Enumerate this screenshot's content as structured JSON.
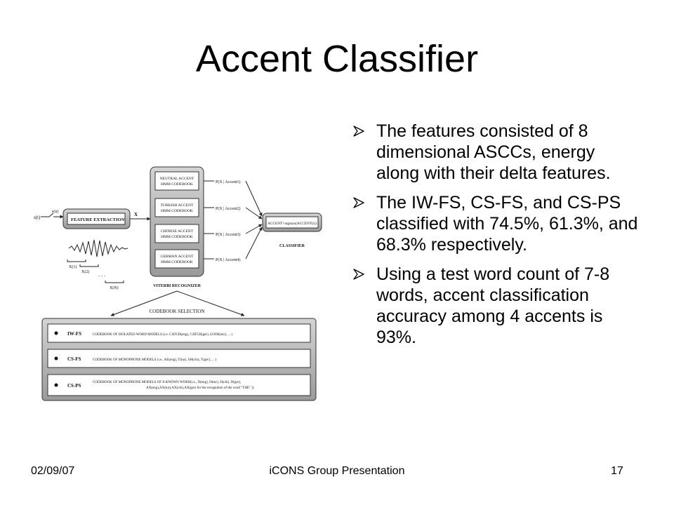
{
  "slide": {
    "title": "Accent Classifier",
    "bullets": [
      "The features consisted of 8 dimensional ASCCs, energy along with their delta features.",
      "The IW-FS, CS-FS, and CS-PS classified with 74.5%, 61.3%, and 68.3% respectively.",
      "Using a test word count of 7-8 words, accent classification accuracy among 4 accents is 93%."
    ],
    "bullet_icon": "arrow-bullet-icon"
  },
  "footer": {
    "date": "02/09/07",
    "center": "iCONS Group Presentation",
    "page": "17"
  },
  "diagram": {
    "input_signal": "s(t)",
    "sampled_signal": "s(n)",
    "feature_extraction": "FEATURE EXTRACTION",
    "feature_vector": "X",
    "frames": [
      "X(1)",
      "X(2)",
      "X(N)"
    ],
    "codebooks": [
      {
        "line1": "NEUTRAL ACCENT",
        "line2": "HMM CODEBOOK",
        "prob": "P(X | Accent1)"
      },
      {
        "line1": "TURKISH ACCENT",
        "line2": "HMM CODEBOOK",
        "prob": "P(X | Accent2)"
      },
      {
        "line1": "CHINESE ACCENT",
        "line2": "HMM CODEBOOK",
        "prob": "P(X | Accent3)"
      },
      {
        "line1": "GERMAN ACCENT",
        "line2": "HMM CODEBOOK",
        "prob": "P(X | Accent4)"
      }
    ],
    "recognizer_label": "VITERBI RECOGNIZER",
    "decision_rule": "ACCENT=argmax(ACCENT(i))",
    "classifier_label": "CLASSIFIER",
    "selection_label": "CODEBOOK SELECTION",
    "options": [
      {
        "name": "IW-FS",
        "line1": "CODEBOOK OF ISOLATED WORD MODELS (i.e. CATCH(eng), CATCH(ger), LOOK(tur), ... )",
        "line2": ""
      },
      {
        "name": "CS-FS",
        "line1": "CODEBOOK OF MONOPHONE MODELS (i.e., AE(eng), T(tur), SH(chi), T(ger), ... )",
        "line2": ""
      },
      {
        "name": "CS-PS",
        "line1": "CODEBOOK OF MONOPHONE MODELS OF A KNOWN WORD(i.e., D(eng), D(tur), D(chi), D(ger),",
        "line2": "AX(eng),AX(tur),AX(chi),AX(ger) for the recognition of the word \"THE\" ))"
      }
    ]
  }
}
